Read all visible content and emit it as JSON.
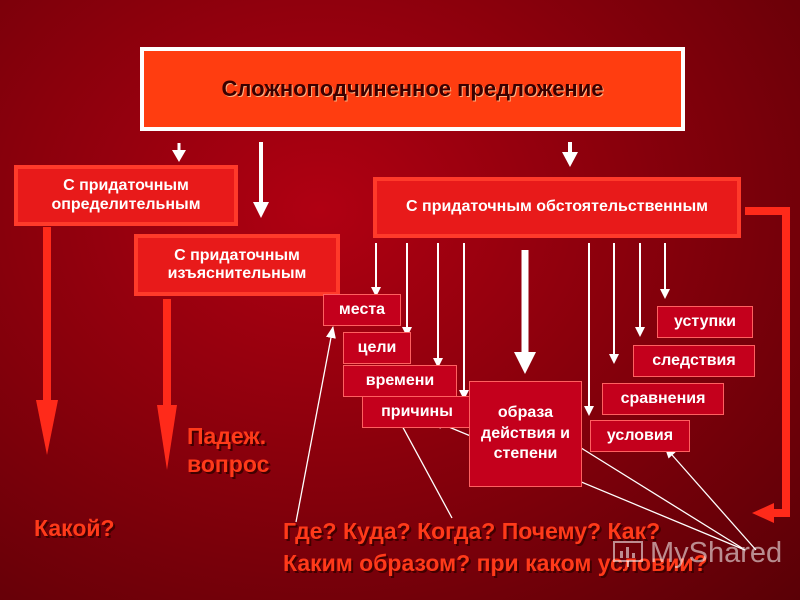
{
  "title": "Сложноподчиненное предложение",
  "types": {
    "opredelitelnym": "С придаточным определительным",
    "izyasnitelnym": "С придаточным изъяснительным",
    "obstoyatelstvennym": "С придаточным обстоятельственным"
  },
  "subtypes": {
    "mesta": "места",
    "celi": "цели",
    "vremeni": "времени",
    "prichiny": "причины",
    "obraza": "образа действия и степени",
    "ustupki": "уступки",
    "sledstviya": "следствия",
    "sravneniya": "сравнения",
    "usloviya": "условия"
  },
  "captions": {
    "padezh": "Падеж.\nвопрос",
    "kakoy": "Какой?",
    "questions_line1": "Где? Куда? Когда? Почему? Как?",
    "questions_line2": "Каким образом? при каком условии?"
  },
  "watermark": "MyShared",
  "colors": {
    "arrow": "#ffffff",
    "red_arrow": "#ff2a1a",
    "box": "#e81a1a",
    "title_box": "#ff3d10"
  }
}
